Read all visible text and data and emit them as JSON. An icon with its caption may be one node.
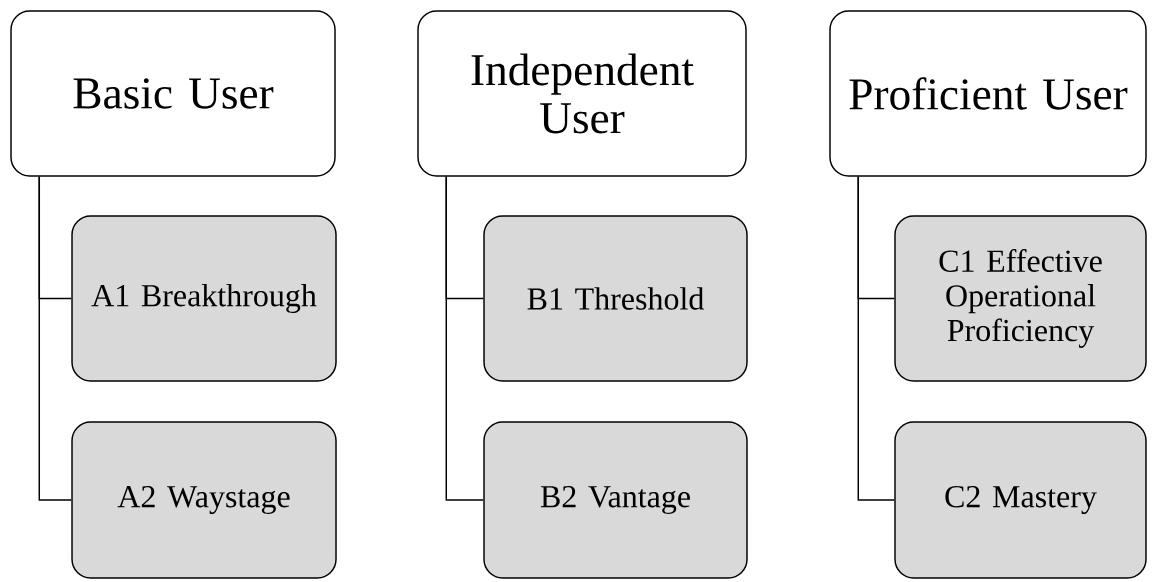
{
  "diagram": {
    "nodes": [
      {
        "text": [
          "Basic User"
        ]
      },
      {
        "text": [
          "A1 Breakthrough"
        ]
      },
      {
        "text": [
          "A2 Waystage"
        ]
      },
      {
        "text": [
          "Independent User"
        ]
      },
      {
        "text": [
          "B1 Threshold"
        ]
      },
      {
        "text": [
          "B2 Vantage"
        ]
      },
      {
        "text": [
          "Proficient User"
        ]
      },
      {
        "text": [
          "C1 Effective Operational Proficiency"
        ]
      },
      {
        "text": [
          "C2 Mastery"
        ]
      }
    ],
    "edges": [
      {
        "from": 0,
        "to": 1,
        "arrow": "none"
      },
      {
        "from": 0,
        "to": 2,
        "arrow": "none"
      },
      {
        "from": 3,
        "to": 4,
        "arrow": "none"
      },
      {
        "from": 3,
        "to": 5,
        "arrow": "none"
      },
      {
        "from": 6,
        "to": 7,
        "arrow": "none"
      },
      {
        "from": 6,
        "to": 8,
        "arrow": "none"
      }
    ]
  }
}
